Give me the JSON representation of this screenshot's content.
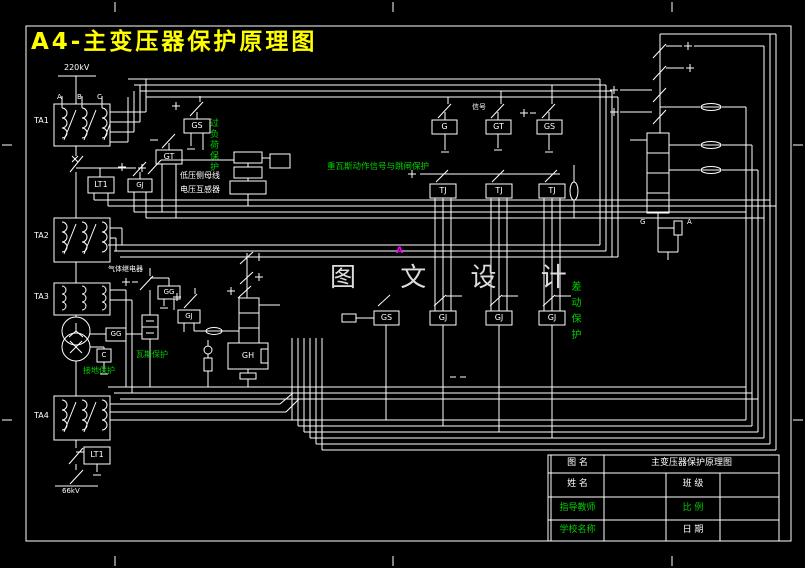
{
  "labels": {
    "title": "A4-主变压器保护原理图",
    "kv_top": "220kV",
    "kv_bottom": "66kV",
    "phase_a": "A",
    "phase_b": "B",
    "phase_c": "C",
    "ta1": "TA1",
    "ta2": "TA2",
    "ta3": "TA3",
    "ta4": "TA4",
    "lt_top": "LT1",
    "lt_bottom": "LT1",
    "gs_left": "GS",
    "gt_left": "GT",
    "gj_left": "GJ",
    "overload": "过负荷保护",
    "lv_line1": "低压侧母线",
    "lv_line2": "电压互感器",
    "gas_note": "重瓦斯动作信号与跳闸保护",
    "signal": "信号",
    "g_mid": "G",
    "gt_mid": "GT",
    "gs_mid": "GS",
    "tj1": "TJ",
    "tj2": "TJ",
    "tj3": "TJ",
    "gs_bot": "GS",
    "gj_bot1": "GJ",
    "gj_bot2": "GJ",
    "gj_bot3": "GJ",
    "gas_relay": "气体继电器",
    "gg1": "GG",
    "gj_gas": "GJ",
    "gg2": "GG",
    "c_box": "C",
    "gh_box": "GH",
    "gas_prot": "瓦斯保护",
    "ground_prot": "接地保护",
    "diff_prot": "差动保护",
    "g_right": "G",
    "a_right": "A",
    "marker": "A",
    "watermark": "图 文 设 计"
  },
  "title_block": {
    "name_label": "图 名",
    "drawing_name": "主变压器保护原理图",
    "person_label": "姓 名",
    "class_label": "班 级",
    "advisor_label": "指导教师",
    "scale_label": "比 例",
    "school_label": "学校名称",
    "date_label": "日 期"
  },
  "colors": {
    "background": "#000000",
    "line": "#ffffff",
    "title": "#ffff00",
    "note_green": "#00d000",
    "watermark": "#dcdcdc",
    "marker": "#ff00ff"
  }
}
